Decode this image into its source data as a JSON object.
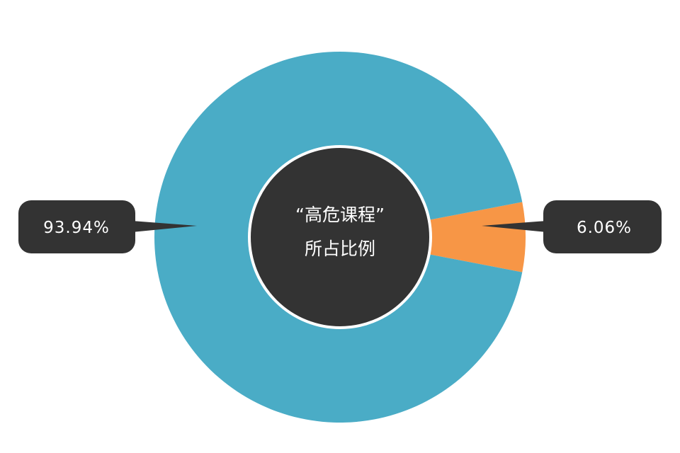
{
  "chart_data": {
    "type": "pie",
    "title": "“高危课程”所占比例",
    "title_lines": [
      "“高危课程”",
      "所占比例"
    ],
    "values": [
      93.94,
      6.06
    ],
    "labels": [
      "93.94%",
      "6.06%"
    ],
    "colors": [
      "#4aacc6",
      "#f79646"
    ],
    "center_color": "#333333",
    "callout_color": "#333333",
    "ring": true
  }
}
